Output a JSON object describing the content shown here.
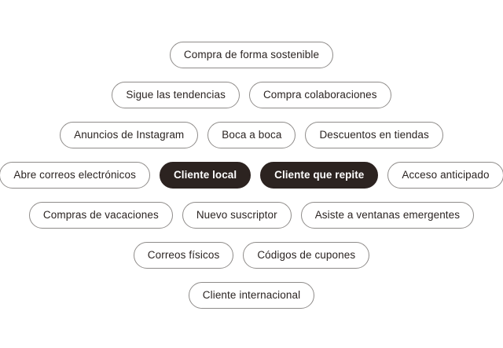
{
  "colors": {
    "page_background": "#ffffff",
    "chip_background": "#ffffff",
    "chip_border": "#8f8c8a",
    "chip_text": "#2b2422",
    "chip_selected_background": "#2c2320",
    "chip_selected_text": "#ffffff"
  },
  "chip_cloud": {
    "rows": [
      {
        "chips": [
          {
            "label": "Compra de forma sostenible",
            "selected": false
          }
        ]
      },
      {
        "chips": [
          {
            "label": "Sigue las tendencias",
            "selected": false
          },
          {
            "label": "Compra colaboraciones",
            "selected": false
          }
        ]
      },
      {
        "chips": [
          {
            "label": "Anuncios de Instagram",
            "selected": false
          },
          {
            "label": "Boca a boca",
            "selected": false
          },
          {
            "label": "Descuentos en tiendas",
            "selected": false
          }
        ]
      },
      {
        "chips": [
          {
            "label": "Abre correos electrónicos",
            "selected": false
          },
          {
            "label": "Cliente local",
            "selected": true
          },
          {
            "label": "Cliente que repite",
            "selected": true
          },
          {
            "label": "Acceso anticipado",
            "selected": false
          }
        ]
      },
      {
        "chips": [
          {
            "label": "Compras de vacaciones",
            "selected": false
          },
          {
            "label": "Nuevo suscriptor",
            "selected": false
          },
          {
            "label": "Asiste a ventanas emergentes",
            "selected": false
          }
        ]
      },
      {
        "chips": [
          {
            "label": "Correos físicos",
            "selected": false
          },
          {
            "label": "Códigos de cupones",
            "selected": false
          }
        ]
      },
      {
        "chips": [
          {
            "label": "Cliente internacional",
            "selected": false
          }
        ]
      }
    ]
  }
}
